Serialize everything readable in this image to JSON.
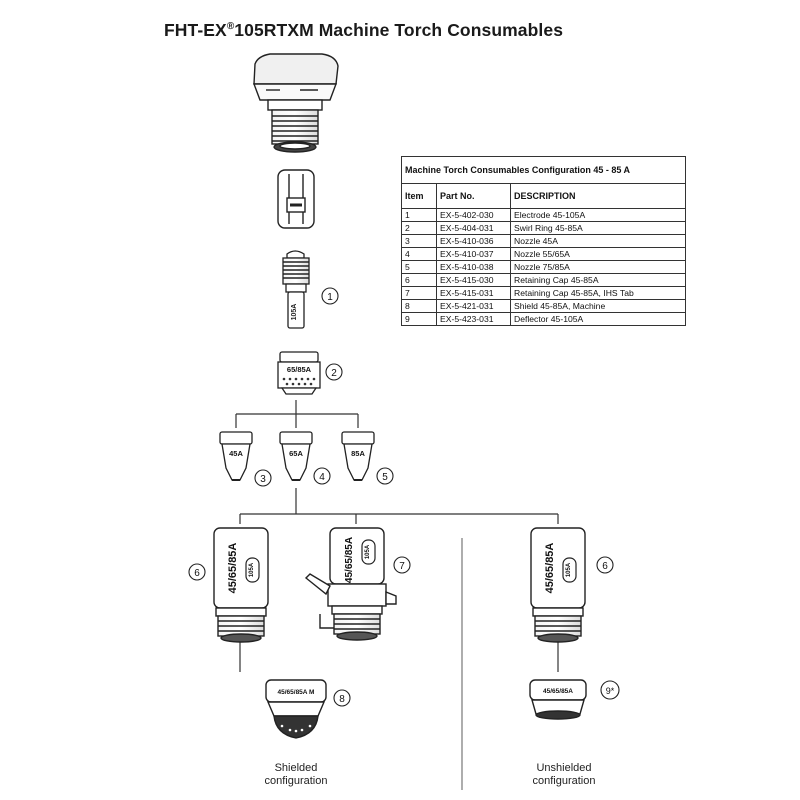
{
  "title": {
    "main": "FHT-EX",
    "sup": "®",
    "rest": "105RTXM Machine Torch Consumables"
  },
  "table": {
    "caption": "Machine Torch Consumables Configuration 45 - 85 A",
    "headers": [
      "Item",
      "Part No.",
      "DESCRIPTION"
    ],
    "rows": [
      [
        "1",
        "EX-5-402-030",
        "Electrode 45-105A"
      ],
      [
        "2",
        "EX-5-404-031",
        "Swirl Ring 45-85A"
      ],
      [
        "3",
        "EX-5-410-036",
        "Nozzle 45A"
      ],
      [
        "4",
        "EX-5-410-037",
        "Nozzle 55/65A"
      ],
      [
        "5",
        "EX-5-410-038",
        "Nozzle 75/85A"
      ],
      [
        "6",
        "EX-5-415-030",
        "Retaining Cap 45-85A"
      ],
      [
        "7",
        "EX-5-415-031",
        "Retaining Cap 45-85A, IHS Tab"
      ],
      [
        "8",
        "EX-5-421-031",
        "Shield 45-85A, Machine"
      ],
      [
        "9",
        "EX-5-423-031",
        "Deflector 45-105A"
      ]
    ]
  },
  "parts": {
    "electrode_mark": "105A",
    "swirl_mark": "65/85A",
    "nozzle_marks": [
      "45A",
      "65A",
      "85A"
    ],
    "cap_mark": "45/65/85A",
    "cap_badge": "105A",
    "shield_mark": "45/65/85A M",
    "deflector_mark": "45/65/85A"
  },
  "callouts": {
    "electrode": "1",
    "swirl": "2",
    "nozzle_45": "3",
    "nozzle_65": "4",
    "nozzle_85": "5",
    "cap_left": "6",
    "cap_tab": "7",
    "cap_right": "6",
    "shield": "8",
    "deflector": "9*"
  },
  "labels": {
    "shielded": [
      "Shielded",
      "configuration"
    ],
    "unshielded": [
      "Unshielded",
      "configuration"
    ]
  }
}
